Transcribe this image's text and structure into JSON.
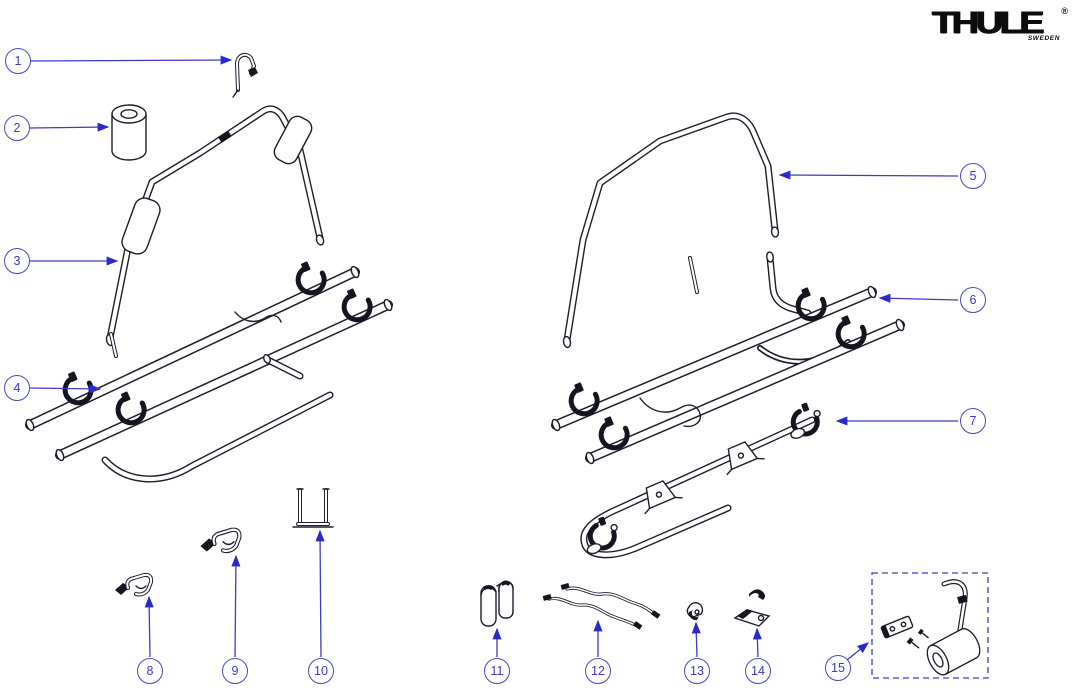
{
  "brand": {
    "name": "THULE",
    "registered": "®",
    "country": "SWEDEN"
  },
  "diagram": {
    "type": "exploded-parts-diagram",
    "colors": {
      "background": "#ffffff",
      "linework": "#1d1d2e",
      "callout_accent": "#3a3ac8",
      "leader_line": "#3c3cc4"
    },
    "kit_box": {
      "style": "dashed",
      "callout_ref": "15"
    },
    "callouts": [
      {
        "label": "1"
      },
      {
        "label": "2"
      },
      {
        "label": "3"
      },
      {
        "label": "4"
      },
      {
        "label": "5"
      },
      {
        "label": "6"
      },
      {
        "label": "7"
      },
      {
        "label": "8"
      },
      {
        "label": "9"
      },
      {
        "label": "10"
      },
      {
        "label": "11"
      },
      {
        "label": "12"
      },
      {
        "label": "13"
      },
      {
        "label": "14"
      },
      {
        "label": "15"
      }
    ]
  }
}
